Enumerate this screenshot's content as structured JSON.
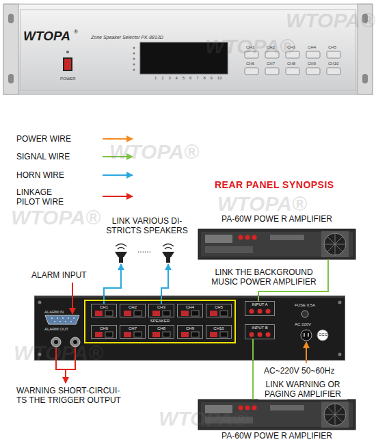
{
  "diagram": {
    "title": "REAR PANEL SYNOPSIS",
    "nodes": [
      {
        "text": [
          "PA-60W POWE R AMPLIFIER"
        ]
      },
      {
        "text": [
          "LINK VARIOUS DI- STRICTS SPEAKERS"
        ]
      },
      {
        "text": [
          "ALARM IN",
          "ALARM OUT",
          "FUSE 0.5A",
          "AC 220V"
        ]
      },
      {
        "text": [
          "SPEAKER"
        ],
        "in": 2
      },
      {
        "text": [
          "CH1"
        ],
        "in": 3
      },
      {
        "text": [
          "CH2"
        ],
        "in": 3
      },
      {
        "text": [
          "CH3"
        ],
        "in": 3
      },
      {
        "text": [
          "CH4"
        ],
        "in": 3
      },
      {
        "text": [
          "CH5"
        ],
        "in": 3
      },
      {
        "text": [
          "CH6"
        ],
        "in": 3
      },
      {
        "text": [
          "CH7"
        ],
        "in": 3
      },
      {
        "text": [
          "CH8"
        ],
        "in": 3
      },
      {
        "text": [
          "CH9"
        ],
        "in": 3
      },
      {
        "text": [
          "CH10"
        ],
        "in": 3
      },
      {
        "text": [
          "INPUT A"
        ],
        "in": 2
      },
      {
        "text": [
          "INPUT B"
        ],
        "in": 2
      },
      {
        "text": [
          "PA-60W POWE R AMPLIFIER"
        ]
      }
    ],
    "edges": [
      {
        "from": 4,
        "to": 1,
        "arrow": "to"
      },
      {
        "from": 6,
        "to": 1,
        "arrow": "to"
      },
      {
        "from": 0,
        "to": 14,
        "arrow": "none"
      },
      {
        "from": 16,
        "to": 15,
        "arrow": "none"
      }
    ],
    "labels": [
      "WTOPA",
      "®",
      "Zone Speaker Selector PK-8813D",
      "POWER",
      "1",
      "2",
      "3",
      "4",
      "5",
      "6",
      "7",
      "8",
      "9",
      "10",
      "CH1",
      "CH2",
      "CH3",
      "CH4",
      "CH5",
      "CH6",
      "CH7",
      "CH8",
      "CH9",
      "CH10",
      "WTOPA®",
      "WTOPA®",
      "WTOPA®",
      "WTOPA®",
      "WTOPA®",
      "WTOPA®",
      "WTOPA®",
      "LINK THE BACKGROUND MUSIC POWER AMPLIFIER",
      "ALARM INPUT",
      "......",
      "CCC",
      "AC~220V 50~60Hz",
      "LINK WARNING OR PAGING AMPLIFIER",
      "WARNING SHORT-CIRCUI- TS THE TRIGGER OUTPUT"
    ],
    "legend": [
      {
        "text": "POWER WIRE"
      },
      {
        "text": "SIGNAL WIRE"
      },
      {
        "text": "HORN WIRE"
      },
      {
        "text": "LINKAGE PILOT WIRE"
      }
    ]
  }
}
